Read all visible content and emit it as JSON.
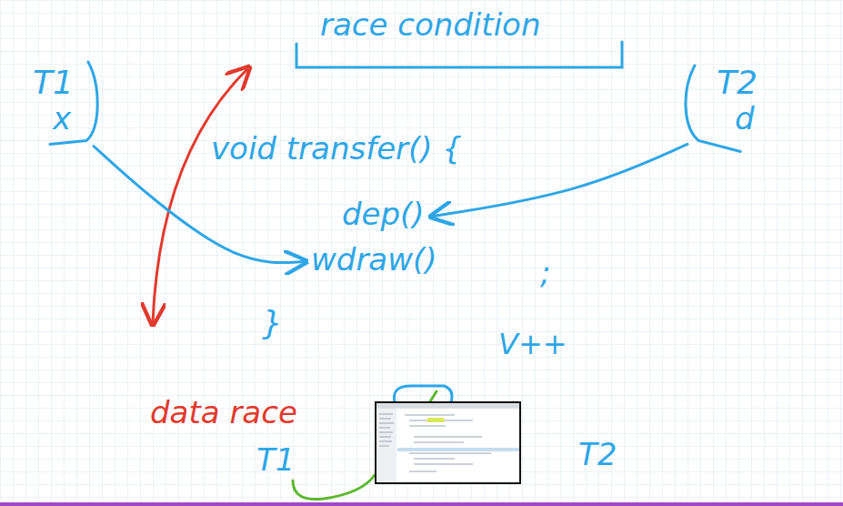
{
  "diagram": {
    "title": "race condition",
    "nodes": [
      {
        "text": [
          "T1",
          "x"
        ]
      },
      {
        "text": [
          "T2",
          "d"
        ]
      },
      {
        "text": [
          "dep()"
        ]
      },
      {
        "text": [
          "wdraw()"
        ]
      }
    ],
    "edges": [
      {
        "from": 0,
        "to": 3,
        "arrow": "to"
      },
      {
        "from": 1,
        "to": 2,
        "arrow": "to"
      }
    ],
    "labels": [
      "void transfer() {",
      ";",
      "}",
      "V++",
      "data race",
      "T1",
      "T2"
    ]
  }
}
